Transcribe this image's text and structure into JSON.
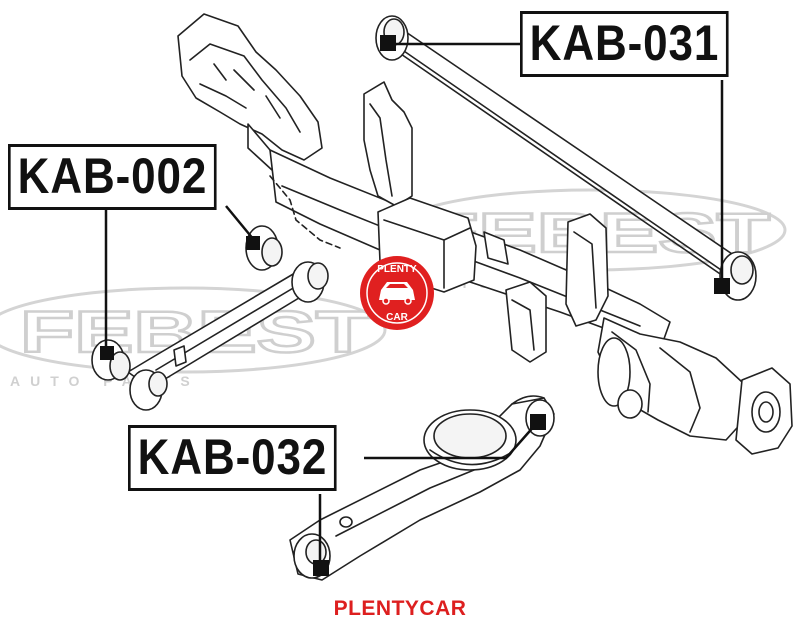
{
  "labels": {
    "kab_031": "KAB-031",
    "kab_002": "KAB-002",
    "kab_032": "KAB-032"
  },
  "watermark": {
    "brand": "FEBEST",
    "tagline": "AUTO PARTS",
    "badge_top": "PLENTY",
    "badge_bottom": "CAR"
  },
  "footer": {
    "text": "PLENTYCAR"
  },
  "colors": {
    "line_art": "#222222",
    "watermark": "#d4d4d4",
    "badge": "#e02020",
    "footer": "#dd1f1f"
  },
  "icons": {
    "badge": "car-icon"
  }
}
